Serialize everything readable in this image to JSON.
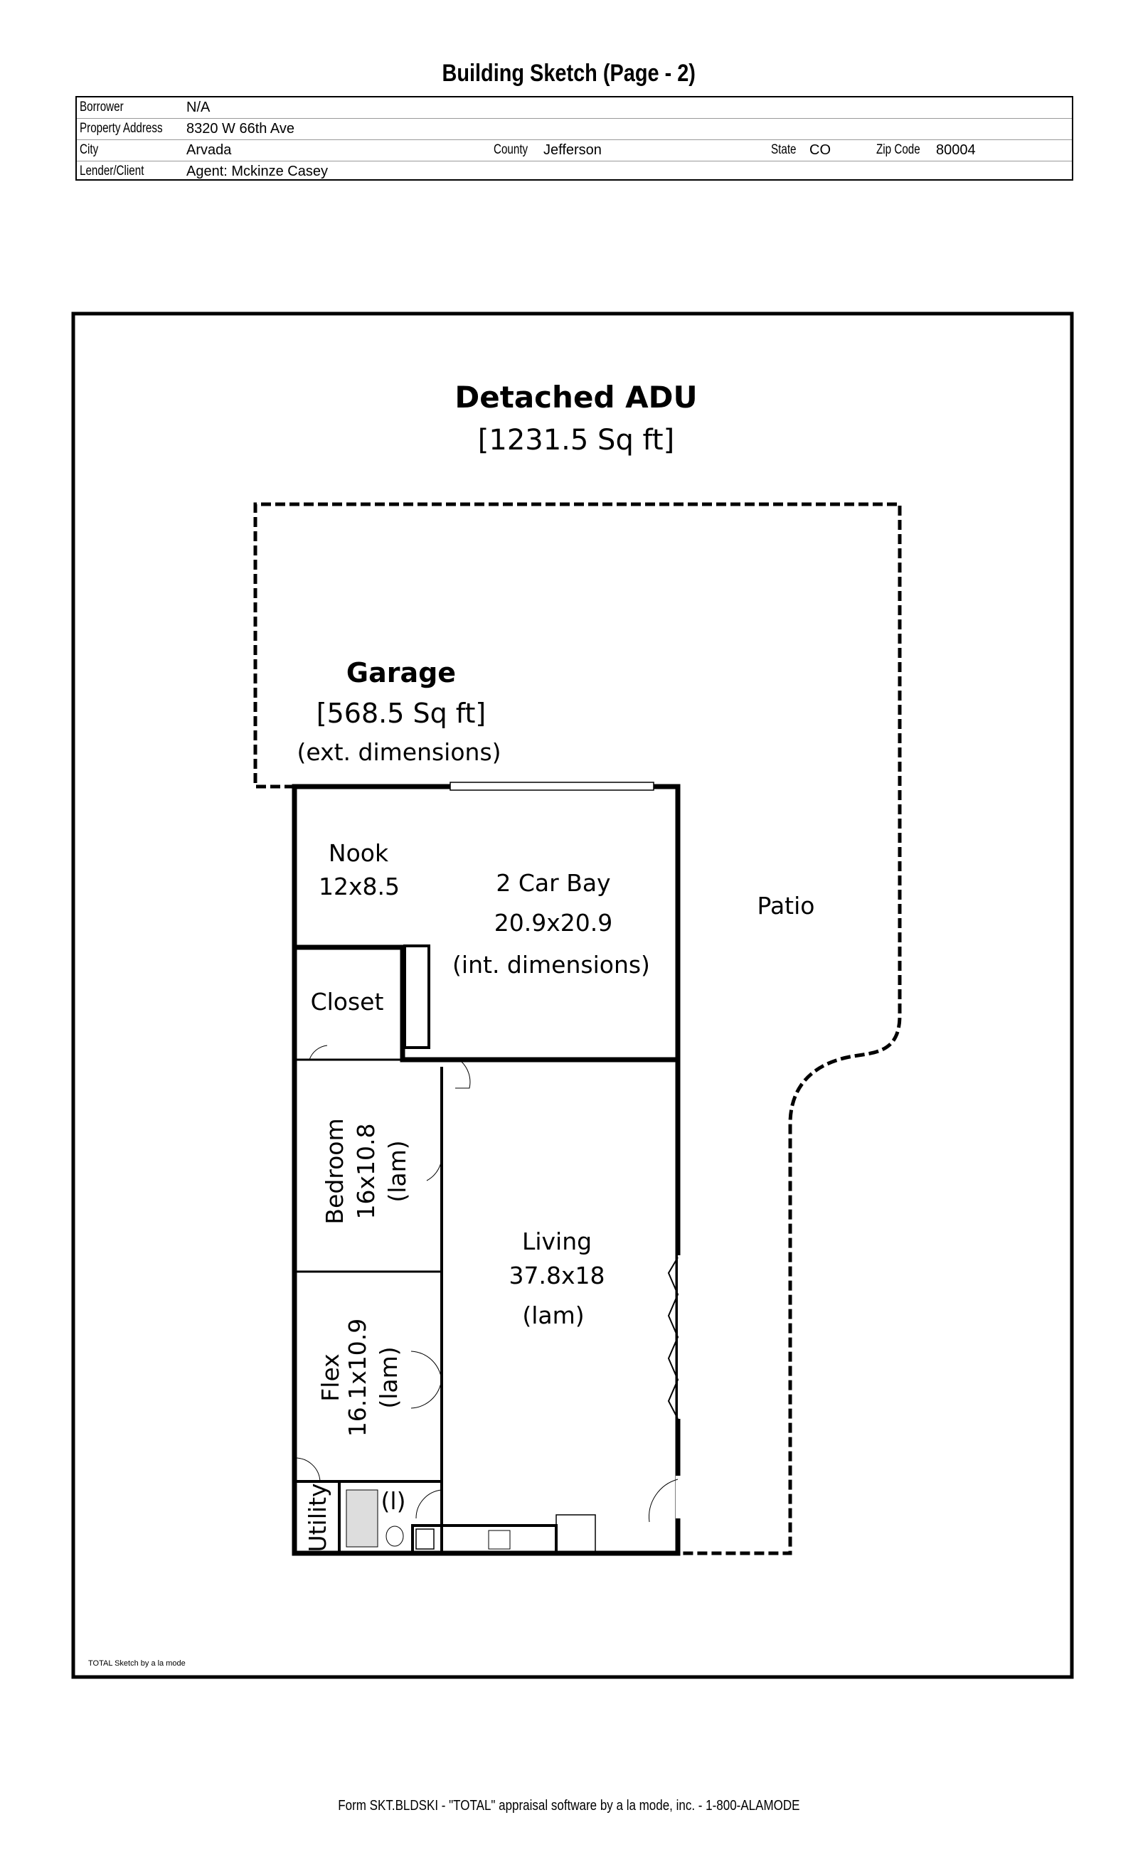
{
  "header": {
    "title": "Building Sketch (Page - 2)"
  },
  "info": {
    "borrower_label": "Borrower",
    "borrower": "N/A",
    "address_label": "Property Address",
    "address": "8320 W 66th Ave",
    "city_label": "City",
    "city": "Arvada",
    "county_label": "County",
    "county": "Jefferson",
    "state_label": "State",
    "state": "CO",
    "zip_label": "Zip Code",
    "zip": "80004",
    "lender_label": "Lender/Client",
    "lender": "Agent: Mckinze Casey"
  },
  "sketch": {
    "title": "Detached ADU",
    "area": "[1231.5 Sq ft]",
    "garage": {
      "name": "Garage",
      "area": "[568.5 Sq ft]",
      "note": "(ext. dimensions)"
    },
    "rooms": {
      "nook": {
        "name": "Nook",
        "dims": "12x8.5"
      },
      "bay": {
        "name": "2 Car Bay",
        "dims": "20.9x20.9",
        "note": "(int. dimensions)"
      },
      "patio": {
        "name": "Patio"
      },
      "closet": {
        "name": "Closet"
      },
      "bedroom": {
        "name": "Bedroom",
        "dims": "16x10.8",
        "note": "(lam)"
      },
      "living": {
        "name": "Living",
        "dims": "37.8x18",
        "note": "(lam)"
      },
      "flex": {
        "name": "Flex",
        "dims": "16.1x10.9",
        "note": "(lam)"
      },
      "utility": {
        "name": "Utility"
      },
      "bath": {
        "name": "(l)"
      }
    },
    "credit": "TOTAL Sketch by a la mode"
  },
  "footer": {
    "form": "Form SKT.BLDSKI - \"TOTAL\" appraisal software by a la mode, inc. - 1-800-ALAMODE"
  }
}
